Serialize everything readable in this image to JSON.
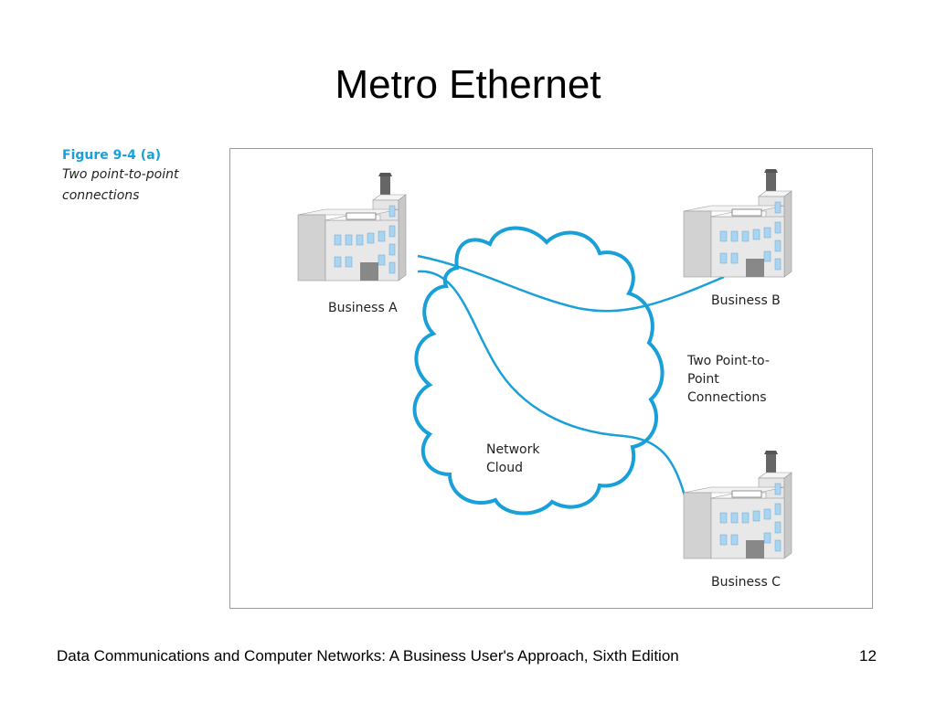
{
  "slide": {
    "title": "Metro Ethernet",
    "footer": "Data Communications and Computer Networks: A Business User's Approach, Sixth Edition",
    "page_number": "12"
  },
  "figure": {
    "number": "Figure 9-4 (a)",
    "description": "Two point-to-point connections",
    "nodes": {
      "business_a": "Business A",
      "business_b": "Business B",
      "business_c": "Business C"
    },
    "cloud_label_line1": "Network",
    "cloud_label_line2": "Cloud",
    "connections_label_line1": "Two Point-to-",
    "connections_label_line2": "Point",
    "connections_label_line3": "Connections"
  },
  "colors": {
    "line": "#1aa0d8",
    "building_wall": "#e4e4e4",
    "window": "#aad4f0",
    "door": "#888888",
    "chimney": "#666666"
  }
}
